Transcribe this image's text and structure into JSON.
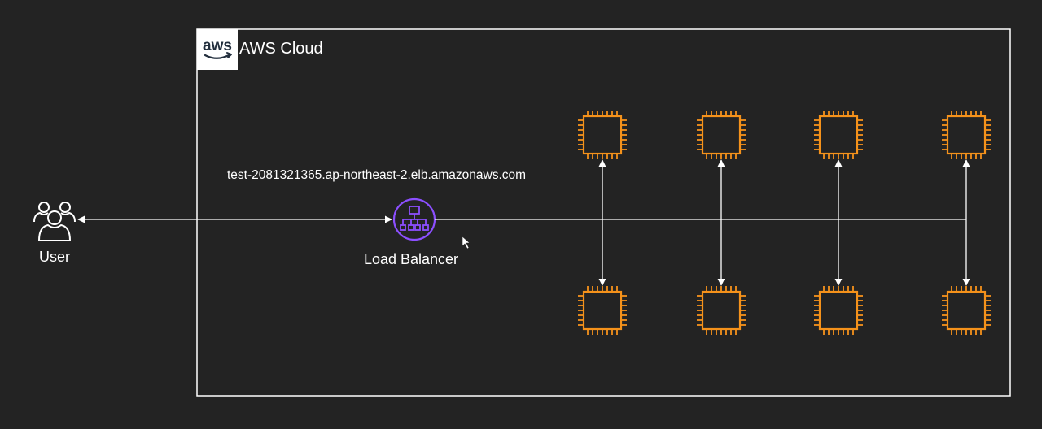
{
  "cloud": {
    "logo_text": "aws",
    "title": "AWS Cloud"
  },
  "user": {
    "label": "User",
    "icon": "users-icon"
  },
  "load_balancer": {
    "label": "Load Balancer",
    "dns_name": "test-2081321365.ap-northeast-2.elb.amazonaws.com",
    "icon": "load-balancer-icon"
  },
  "instances": {
    "icon": "ec2-instance-icon",
    "count_top": 4,
    "count_bottom": 4
  },
  "colors": {
    "background": "#232323",
    "border": "#ffffff",
    "instance": "#f5921b",
    "load_balancer": "#8c4fff",
    "aws_logo_bg": "#ffffff",
    "aws_logo_text": "#232f3e"
  }
}
